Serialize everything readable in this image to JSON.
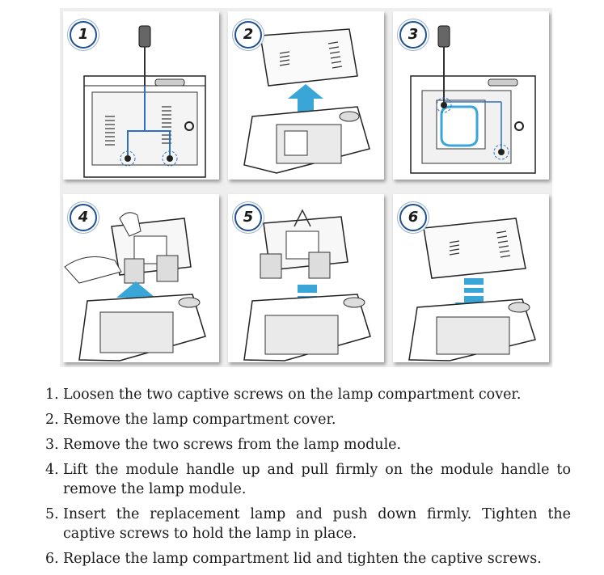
{
  "panels": [
    {
      "number": "1"
    },
    {
      "number": "2"
    },
    {
      "number": "3"
    },
    {
      "number": "4"
    },
    {
      "number": "5"
    },
    {
      "number": "6"
    }
  ],
  "steps": [
    {
      "number": "1.",
      "text": "Loosen the two captive screws on the lamp compartment cover."
    },
    {
      "number": "2.",
      "text": "Remove the lamp compartment cover."
    },
    {
      "number": "3.",
      "text": "Remove the two screws from the lamp module."
    },
    {
      "number": "4.",
      "text": "Lift the module handle up and pull firmly on the module handle to remove the lamp module."
    },
    {
      "number": "5.",
      "text": "Insert the replacement lamp and push down firmly. Tighten the captive screws to hold the lamp in place."
    },
    {
      "number": "6.",
      "text": "Replace the lamp compartment lid and tighten the captive screws."
    }
  ],
  "colors": {
    "accent_arrow": "#3aa6d8",
    "highlight_line": "#2e6fc0",
    "badge_border": "#1f4f8f"
  }
}
